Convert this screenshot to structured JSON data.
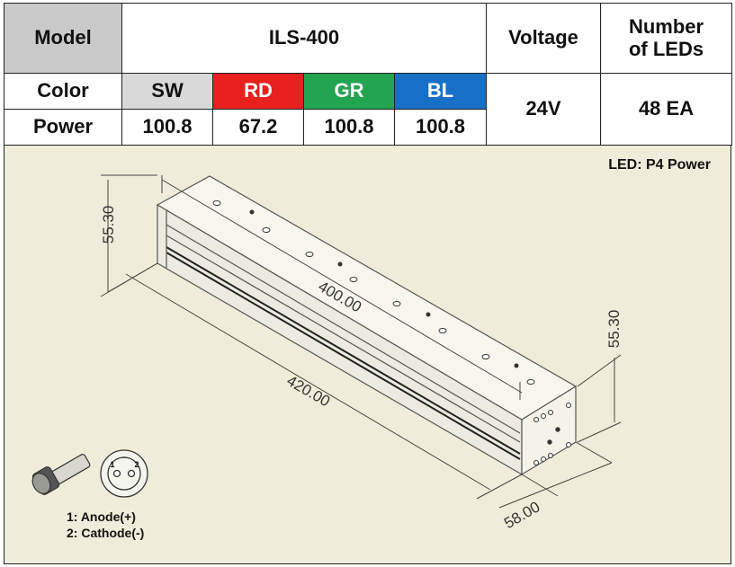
{
  "table": {
    "model_label": "Model",
    "model_value": "ILS-400",
    "voltage_label": "Voltage",
    "leds_label_line1": "Number",
    "leds_label_line2": "of LEDs",
    "color_label": "Color",
    "power_label": "Power",
    "colors": [
      "SW",
      "RD",
      "GR",
      "BL"
    ],
    "powers": [
      "100.8",
      "67.2",
      "100.8",
      "100.8"
    ],
    "voltage_value": "24V",
    "leds_value": "48 EA"
  },
  "drawing": {
    "led_note": "LED: P4 Power",
    "dim_height_left": "55.30",
    "dim_inner_length": "400.00",
    "dim_total_length": "420.00",
    "dim_height_right": "55.30",
    "dim_width": "58.00",
    "pin1": "1: Anode(+)",
    "pin2": "2: Cathode(-)"
  },
  "colors": {
    "background": "#efedd9",
    "header_gray": "#c9c9c9",
    "sw": "#d9d9d9",
    "rd": "#e8201e",
    "gr": "#22a450",
    "bl": "#1870c6"
  }
}
